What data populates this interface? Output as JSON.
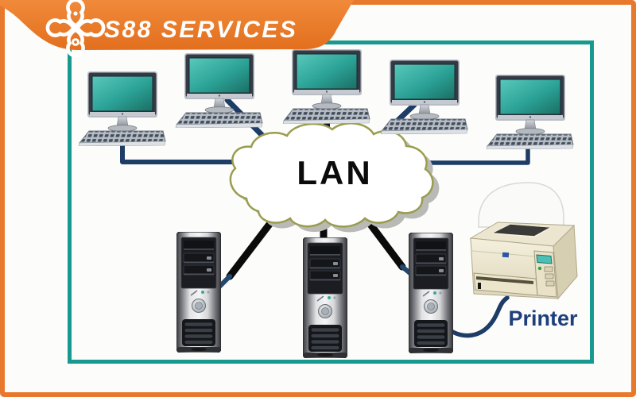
{
  "brand": {
    "name": "S88 SERVICES",
    "icon": "clover-icon"
  },
  "diagram": {
    "cloud_label": "LAN",
    "printer_label": "Printer",
    "computer_count": 5,
    "server_count": 3,
    "printer_count": 1
  },
  "colors": {
    "frame_orange": "#E8782B",
    "panel_teal": "#18998F",
    "cable_navy": "#1D3C66",
    "cable_black": "#0B0B0B",
    "cloud_outline_olive": "#9A9C4E",
    "screen_teal": "#2BA195",
    "printer_label_navy": "#1E3F7D"
  }
}
